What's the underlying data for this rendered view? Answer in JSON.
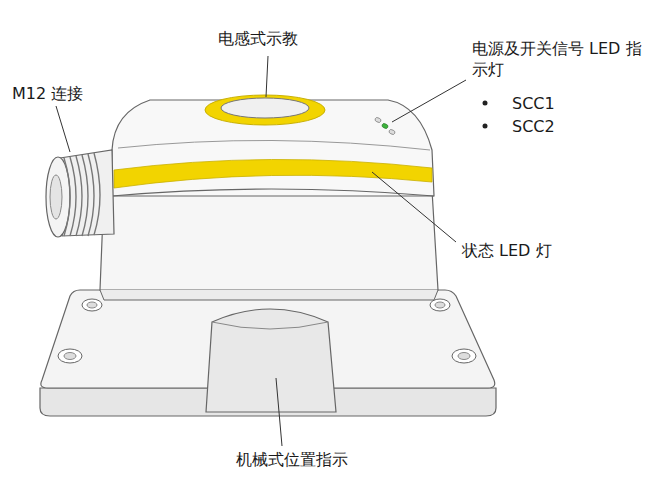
{
  "diagram": {
    "labels": [
      "电感式示教",
      "电源及开关信号 LED 指示灯",
      "SCC1",
      "SCC2",
      "M12 连接",
      "状态 LED 灯",
      "机械式位置指示"
    ]
  }
}
